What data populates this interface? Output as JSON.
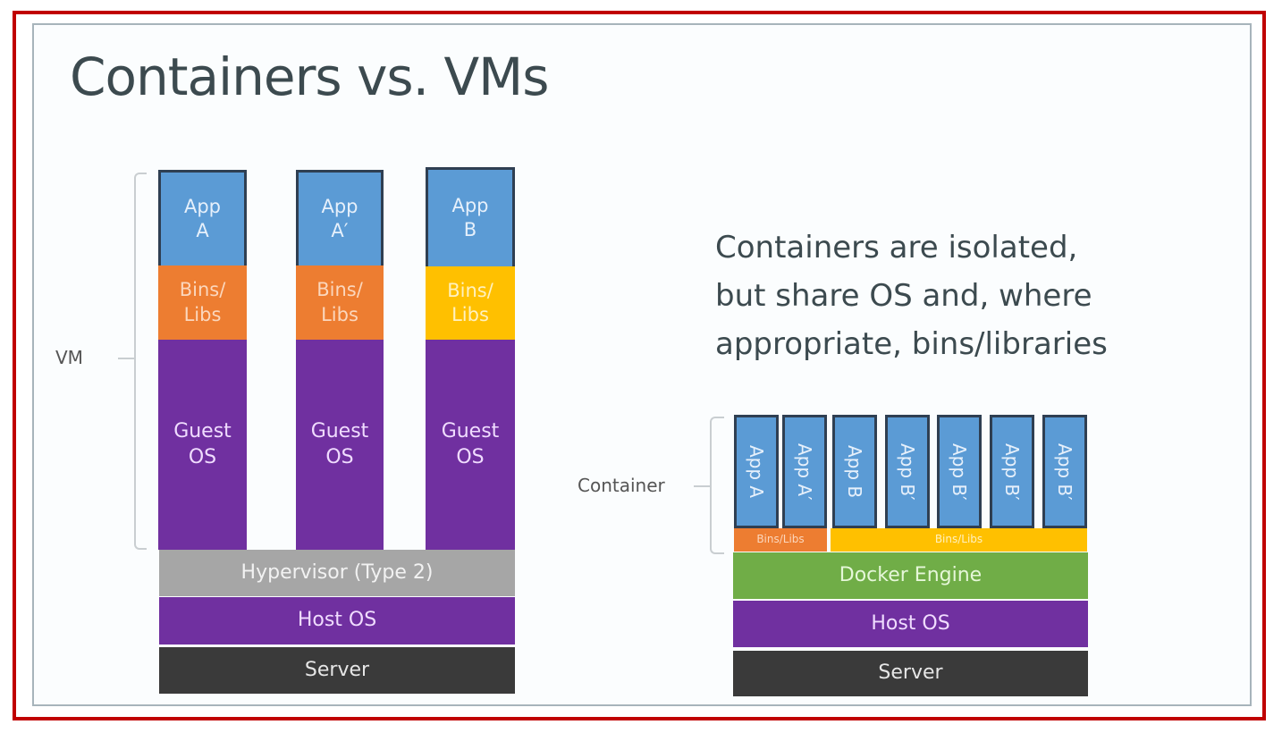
{
  "title": "Containers vs. VMs",
  "caption_lines": [
    "Containers are isolated,",
    "but share OS and, where",
    "appropriate, bins/libraries"
  ],
  "colors": {
    "frame": "#c00000",
    "app": "#5b9bd5",
    "bins_orange": "#ed7d31",
    "bins_yellow": "#ffc000",
    "os": "#7030a0",
    "hypervisor": "#a6a6a6",
    "docker": "#70ad47",
    "server": "#3a3a3a"
  },
  "vm_diagram": {
    "bracket_label": "VM",
    "columns": [
      {
        "app": "App\nA",
        "bins": "Bins/\nLibs",
        "bins_color": "orange",
        "guest_os": "Guest\nOS"
      },
      {
        "app": "App\nA′",
        "bins": "Bins/\nLibs",
        "bins_color": "orange",
        "guest_os": "Guest\nOS"
      },
      {
        "app": "App\nB",
        "bins": "Bins/\nLibs",
        "bins_color": "yellow",
        "guest_os": "Guest\nOS"
      }
    ],
    "layers": [
      "Hypervisor (Type 2)",
      "Host OS",
      "Server"
    ]
  },
  "container_diagram": {
    "bracket_label": "Container",
    "apps": [
      "App A",
      "App A′",
      "App B",
      "App B′",
      "App B′",
      "App B′",
      "App B′"
    ],
    "bins": [
      {
        "label": "Bins/Libs",
        "color": "orange"
      },
      {
        "label": "Bins/Libs",
        "color": "yellow"
      }
    ],
    "layers": [
      "Docker Engine",
      "Host OS",
      "Server"
    ]
  }
}
